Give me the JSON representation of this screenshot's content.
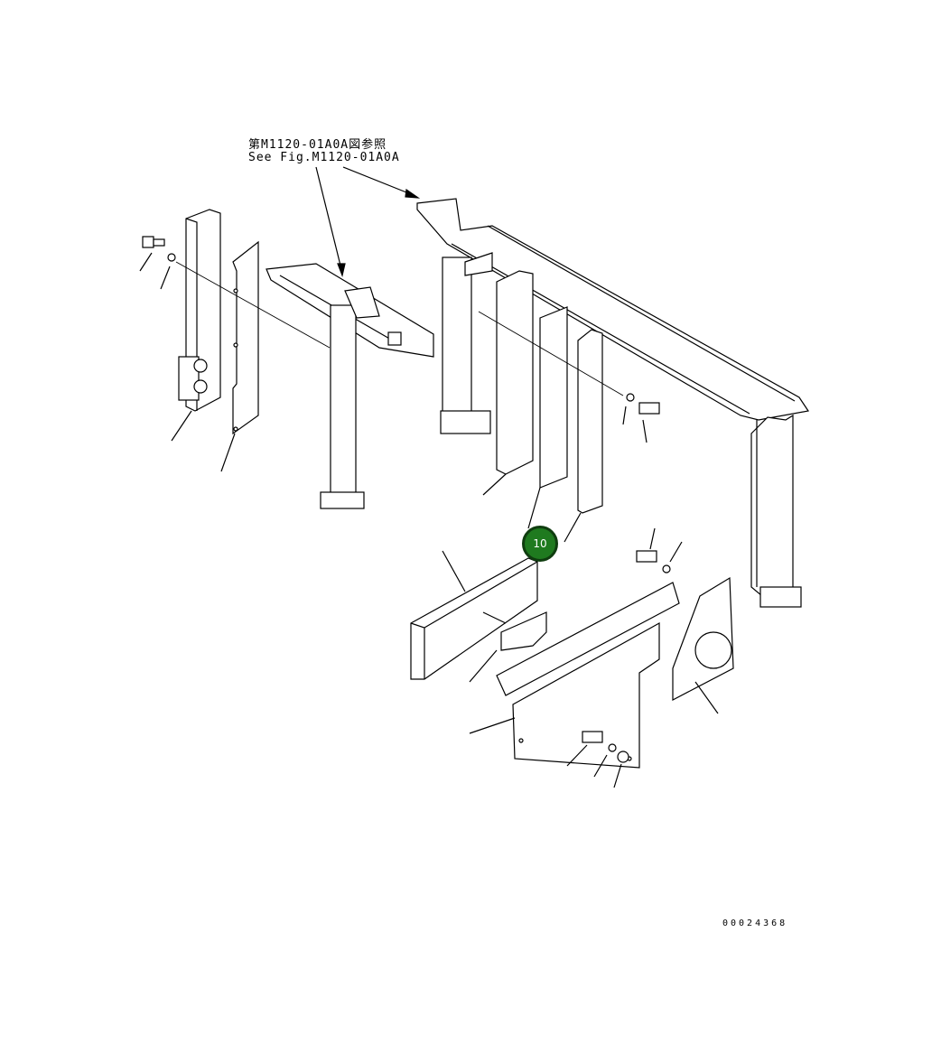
{
  "reference_note": {
    "japanese": "第M1120-01A0A図参照",
    "english": "See Fig.M1120-01A0A"
  },
  "callout": {
    "label": "10",
    "color": "#1f7a1f"
  },
  "drawing_number": "00024368"
}
